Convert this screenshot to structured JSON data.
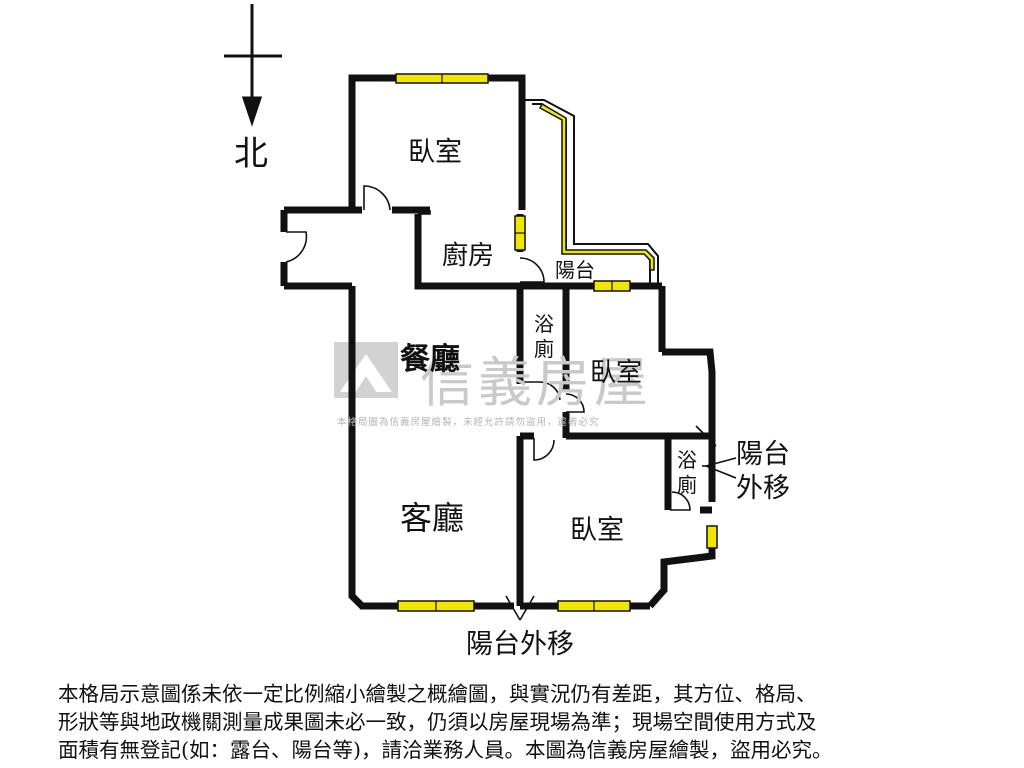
{
  "compass": {
    "north_label": "北"
  },
  "rooms": {
    "bedroom_top": "臥室",
    "kitchen": "廚房",
    "balcony": "陽台",
    "bath_center": "浴廁",
    "bedroom_mid": "臥室",
    "dining": "餐廳",
    "living": "客廳",
    "bedroom_bottom": "臥室",
    "bath_right": "浴廁"
  },
  "annotations": {
    "balcony_out_right_line1": "陽台",
    "balcony_out_right_line2": "外移",
    "balcony_out_bottom": "陽台外移"
  },
  "watermark": {
    "brand": "信義房屋",
    "note": "本格局圖為信義房屋繪製，未經允許請勿盜用，違者必究"
  },
  "disclaimer": {
    "line1": "本格局示意圖係未依一定比例縮小繪製之概繪圖，與實況仍有差距，其方位、格局、",
    "line2": "形狀等與地政機關測量成果圖未必一致，仍須以房屋現場為準；現場空間使用方式及",
    "line3": "面積有無登記(如：露台、陽台等)，請洽業務人員。本圖為信義房屋繪製，盜用必究。"
  },
  "colors": {
    "wall": "#111111",
    "window": "#f2e600",
    "watermark": "#c8c8c8"
  }
}
